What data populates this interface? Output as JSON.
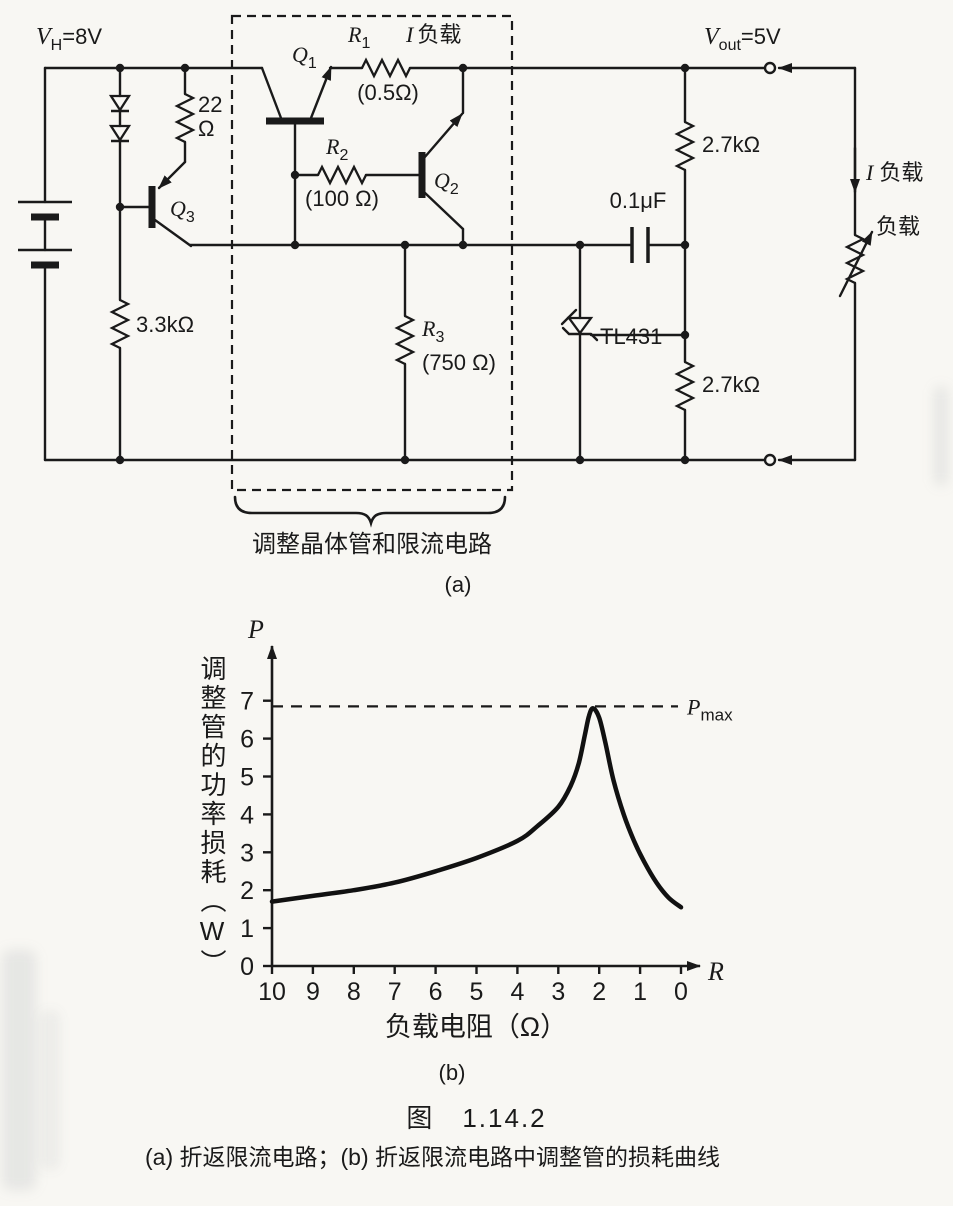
{
  "figure": {
    "number": "图　1.14.2",
    "caption": "(a) 折返限流电路；(b) 折返限流电路中调整管的损耗曲线",
    "label_a": "(a)",
    "label_b": "(b)"
  },
  "circuit": {
    "vh": {
      "sym": "V",
      "sub": "H",
      "val": "=8V"
    },
    "vout": {
      "sym": "V",
      "sub": "out",
      "val": "=5V"
    },
    "q1": {
      "sym": "Q",
      "sub": "1"
    },
    "q2": {
      "sym": "Q",
      "sub": "2"
    },
    "q3": {
      "sym": "Q",
      "sub": "3"
    },
    "r1": {
      "sym": "R",
      "sub": "1",
      "val": "(0.5Ω)"
    },
    "r1_current": {
      "sym": "I",
      "text": "负载"
    },
    "r2": {
      "sym": "R",
      "sub": "2",
      "val": "(100 Ω)"
    },
    "r3": {
      "sym": "R",
      "sub": "3",
      "val": "(750 Ω)"
    },
    "r_22": {
      "line1": "22",
      "line2": "Ω"
    },
    "r_3k3": "3.3kΩ",
    "r_2k7_top": "2.7kΩ",
    "r_2k7_bot": "2.7kΩ",
    "cap": "0.1μF",
    "ic": "TL431",
    "load_current": {
      "sym": "I",
      "text": "负载"
    },
    "load": "负载",
    "brace_label": "调整晶体管和限流电路"
  },
  "chart_data": {
    "type": "line",
    "title": "",
    "xlabel": "负载电阻（Ω）",
    "ylabel": "调整管的功率损耗（W）",
    "x_axis_symbol": "R",
    "y_axis_symbol": "P",
    "x_ticks": [
      10,
      9,
      8,
      7,
      6,
      5,
      4,
      3,
      2,
      1,
      0
    ],
    "y_ticks": [
      0,
      1,
      2,
      3,
      4,
      5,
      6,
      7
    ],
    "xlim": [
      10,
      0
    ],
    "ylim": [
      0,
      7.6
    ],
    "x_reversed": true,
    "grid": false,
    "legend": "none",
    "annotation": {
      "label_sym": "P",
      "label_sub": "max",
      "value": 6.85
    },
    "series": [
      {
        "name": "调整管功率损耗",
        "x": [
          10,
          9,
          8,
          7,
          6,
          5,
          4,
          3.5,
          3,
          2.7,
          2.5,
          2.35,
          2.25,
          2.15,
          2.0,
          1.85,
          1.65,
          1.4,
          1.15,
          0.9,
          0.6,
          0.3,
          0
        ],
        "y": [
          1.7,
          1.85,
          2.0,
          2.2,
          2.5,
          2.85,
          3.3,
          3.7,
          4.2,
          4.75,
          5.35,
          6.1,
          6.6,
          6.8,
          6.55,
          5.9,
          4.9,
          4.0,
          3.3,
          2.75,
          2.2,
          1.8,
          1.55
        ]
      }
    ]
  }
}
